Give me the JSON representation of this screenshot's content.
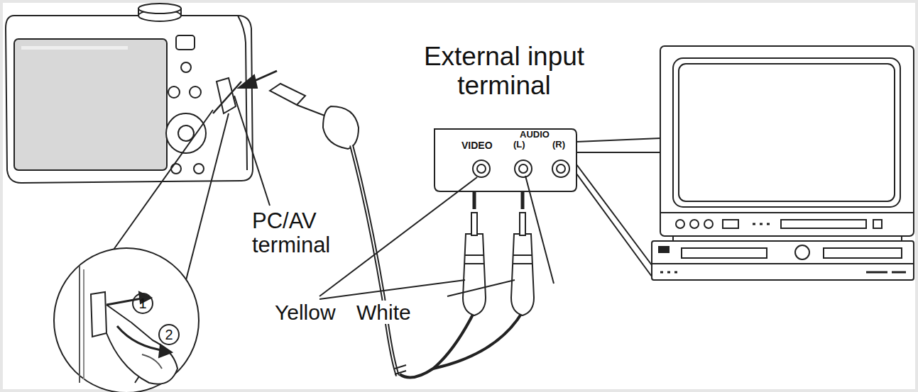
{
  "diagram": {
    "labels": [
      "External input terminal",
      "VIDEO",
      "AUDIO",
      "(L)",
      "(R)",
      "PC/AV terminal",
      "Yellow",
      "White",
      "1",
      "2"
    ]
  }
}
